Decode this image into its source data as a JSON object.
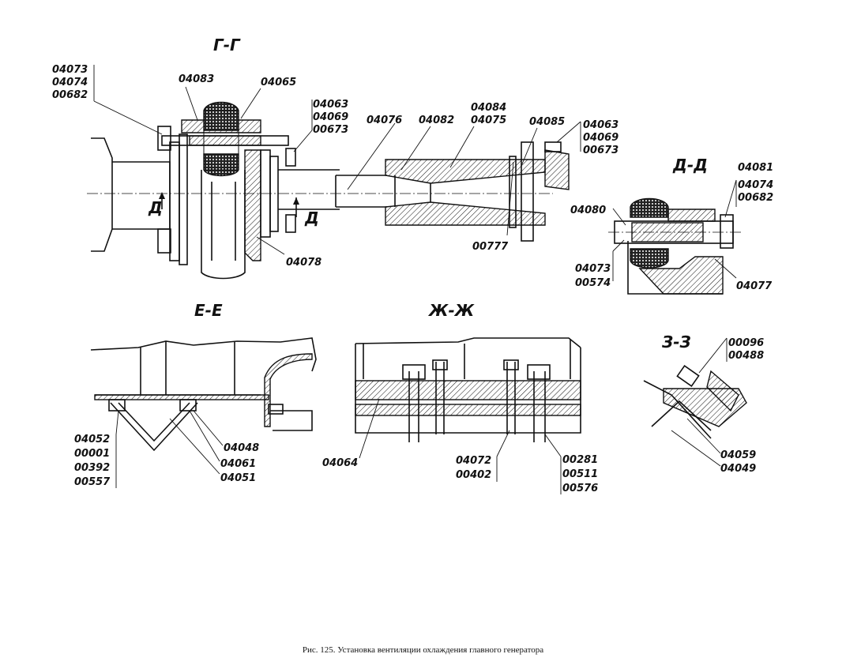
{
  "sections": {
    "gg": "Г-Г",
    "dd": "Д-Д",
    "ee": "Е-Е",
    "zhzh": "Ж-Ж",
    "zz": "З-З",
    "cut_d": "Д"
  },
  "labels": {
    "gg_left": [
      "04073",
      "04074",
      "00682"
    ],
    "gg_04083": "04083",
    "gg_04065": "04065",
    "gg_right": [
      "04063",
      "04069",
      "00673"
    ],
    "gg_04078": "04078",
    "gg_04076": "04076",
    "gg_04082": "04082",
    "gg_mid": [
      "04084",
      "04075"
    ],
    "gg_04085": "04085",
    "gg_far": [
      "04063",
      "04069",
      "00673"
    ],
    "gg_00777": "00777",
    "dd_right": [
      "04081",
      "04074",
      "00682"
    ],
    "dd_04080": "04080",
    "dd_left": [
      "04073",
      "00574"
    ],
    "dd_04077": "04077",
    "ee_left": [
      "04052",
      "00001",
      "00392",
      "00557"
    ],
    "ee_04048": "04048",
    "ee_04061": "04061",
    "ee_04051": "04051",
    "zh_04064": "04064",
    "zh_mid": [
      "04072",
      "00402"
    ],
    "zh_right": [
      "00281",
      "00511",
      "00576"
    ],
    "zz_top": [
      "00096",
      "00488"
    ],
    "zz_04059": "04059",
    "zz_04049": "04049"
  },
  "caption": "Рис. 125. Установка вентиляции охлаждения главного генератора"
}
